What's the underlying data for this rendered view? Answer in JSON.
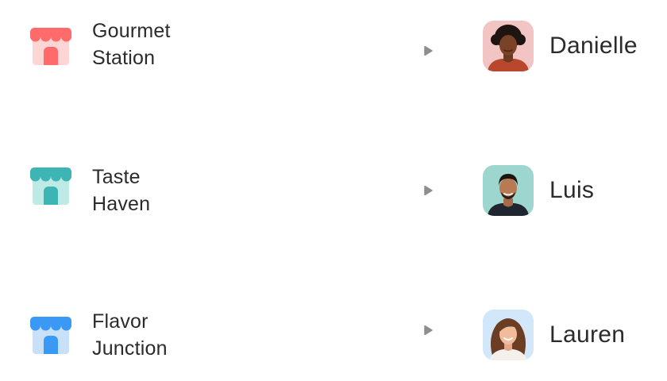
{
  "assignments": [
    {
      "store": {
        "name_line1": "Gourmet",
        "name_line2": "Station",
        "icon": "storefront-icon",
        "color": "#FF6B6B",
        "color_light": "#FDD5D5"
      },
      "person": {
        "name": "Danielle",
        "avatar_bg": "#F2C4C4"
      }
    },
    {
      "store": {
        "name_line1": "Taste",
        "name_line2": "Haven",
        "icon": "storefront-icon",
        "color": "#3DB5B5",
        "color_light": "#BEEAE6"
      },
      "person": {
        "name": "Luis",
        "avatar_bg": "#9CD6CE"
      }
    },
    {
      "store": {
        "name_line1": "Flavor",
        "name_line2": "Junction",
        "icon": "storefront-icon",
        "color": "#3A99F5",
        "color_light": "#C9E0F9"
      },
      "person": {
        "name": "Lauren",
        "avatar_bg": "#D3E7FA"
      }
    }
  ],
  "connector": {
    "icon": "arrow-right-icon",
    "color": "#8E8E8E"
  }
}
